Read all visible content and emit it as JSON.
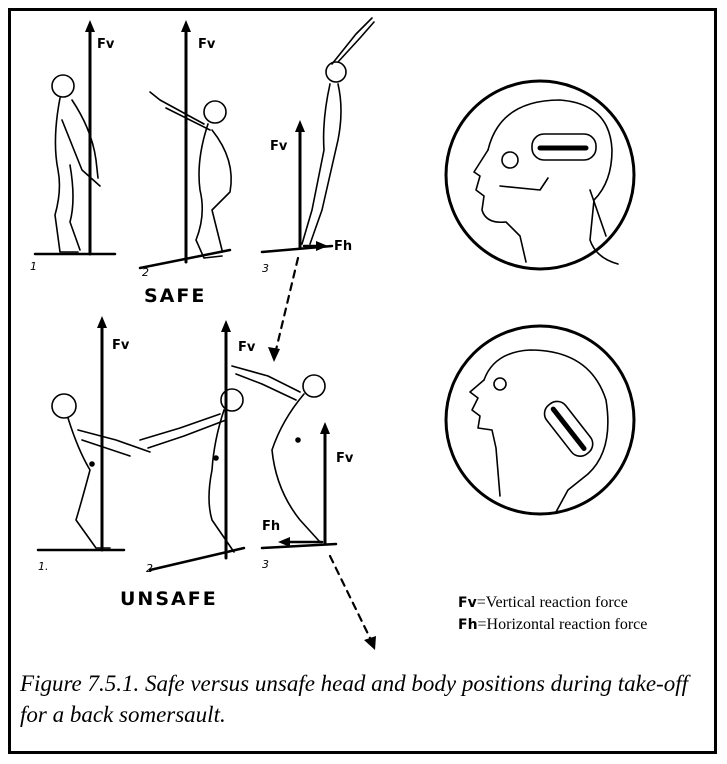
{
  "diagram": {
    "safe": {
      "title": "SAFE",
      "steps": [
        "1",
        "2",
        "3"
      ],
      "labels": {
        "fv1": "Fv",
        "fv2": "Fv",
        "fv3": "Fv",
        "fh3": "Fh"
      }
    },
    "unsafe": {
      "title": "UNSAFE",
      "steps": [
        "1.",
        "2",
        "3"
      ],
      "labels": {
        "fv1": "Fv",
        "fv2": "Fv",
        "fv3": "Fv",
        "fh3": "Fh"
      }
    }
  },
  "legend": [
    {
      "abbr": "Fv",
      "text": "=Vertical reaction force"
    },
    {
      "abbr": "Fh",
      "text": "=Horizontal reaction force"
    }
  ],
  "caption": "Figure 7.5.1.  Safe versus unsafe head and body positions during take-off for a back somersault."
}
